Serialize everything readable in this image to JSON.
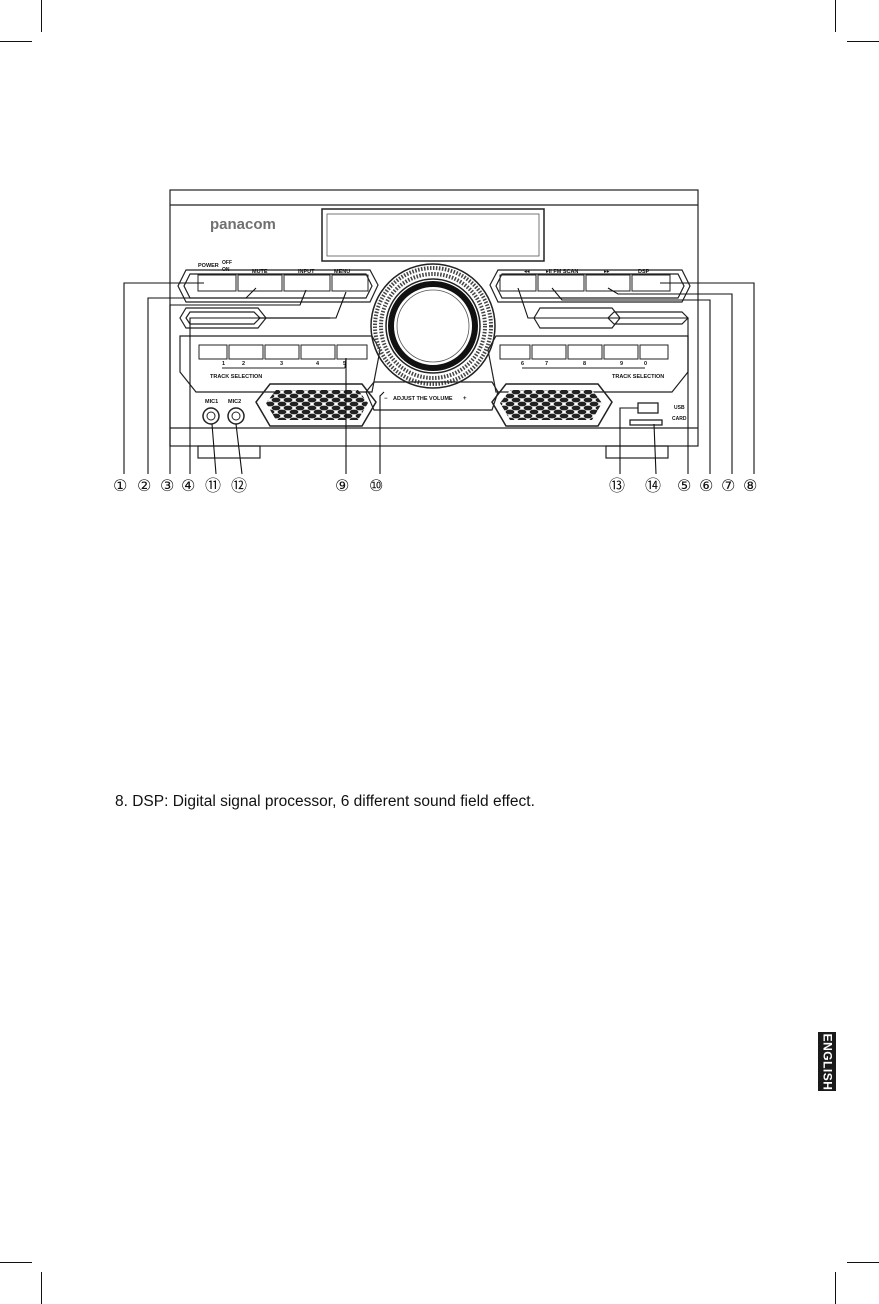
{
  "brand": "panacom",
  "buttons": {
    "power": "POWER",
    "power_off": "OFF",
    "power_on": "ON",
    "mute": "MUTE",
    "input": "INPUT",
    "menu": "MENU",
    "prev": "◂◂",
    "play_scan": "▸II FM SCAN",
    "next": "▸▸",
    "dsp": "DSP"
  },
  "track_selection_label": "TRACK SELECTION",
  "track_numbers": [
    "1",
    "2",
    "3",
    "4",
    "5",
    "6",
    "7",
    "8",
    "9",
    "0"
  ],
  "volume_label": "ADJUST THE VOLUME",
  "volume_minus": "−",
  "volume_plus": "+",
  "mic_labels": [
    "MIC1",
    "MIC2"
  ],
  "usb_label": "USB",
  "card_label": "CARD",
  "callouts": [
    "①",
    "②",
    "③",
    "④",
    "⑪",
    "⑫",
    "⑨",
    "⑩",
    "⑬",
    "⑭",
    "⑤",
    "⑥",
    "⑦",
    "⑧"
  ],
  "description_line": "8. DSP: Digital signal processor, 6 different sound field effect.",
  "language_tab": "ENGLISH"
}
